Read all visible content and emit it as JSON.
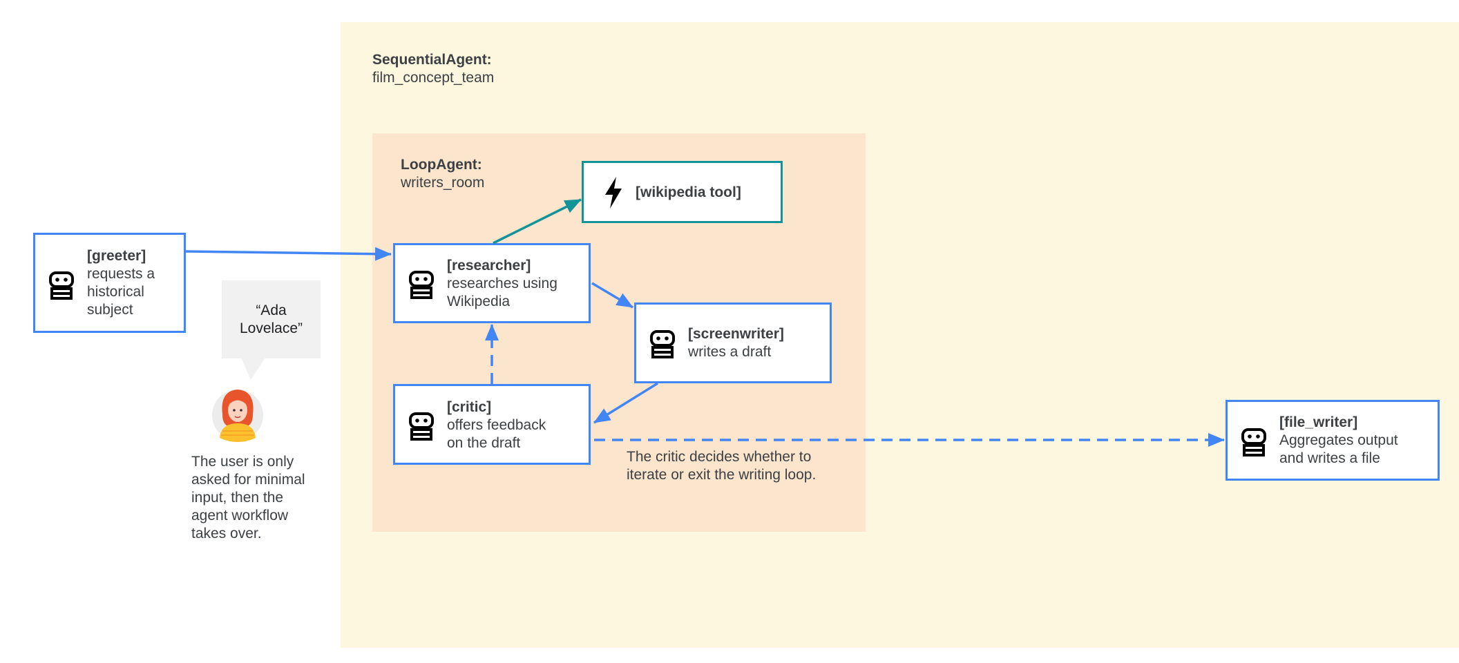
{
  "sequential_agent": {
    "title": "SequentialAgent:",
    "name": "film_concept_team"
  },
  "loop_agent": {
    "title": "LoopAgent:",
    "name": "writers_room"
  },
  "agents": {
    "greeter": {
      "name": "[greeter]",
      "desc": "requests a\nhistorical\nsubject",
      "icon": "robot-icon"
    },
    "researcher": {
      "name": "[researcher]",
      "desc": "researches using\nWikipedia",
      "icon": "robot-icon"
    },
    "screenwriter": {
      "name": "[screenwriter]",
      "desc": "writes a draft",
      "icon": "robot-icon"
    },
    "critic": {
      "name": "[critic]",
      "desc": "offers feedback\non the draft",
      "icon": "robot-icon"
    },
    "file_writer": {
      "name": "[file_writer]",
      "desc": "Aggregates output\nand writes a file",
      "icon": "robot-icon"
    }
  },
  "tool": {
    "name": "[wikipedia tool]",
    "icon": "lightning-icon"
  },
  "speech_bubble": "“Ada\nLovelace”",
  "user_note": "The user is only\nasked for minimal\ninput, then the\nagent workflow\ntakes over.",
  "critic_note": "The critic decides whether to\niterate or exit the writing loop.",
  "colors": {
    "agent_border": "#4285f4",
    "tool_border": "#12939a",
    "sequential_bg": "#fef7e0",
    "loop_bg": "#fce5cd",
    "arrow_blue": "#4285f4",
    "arrow_teal": "#12939a"
  }
}
